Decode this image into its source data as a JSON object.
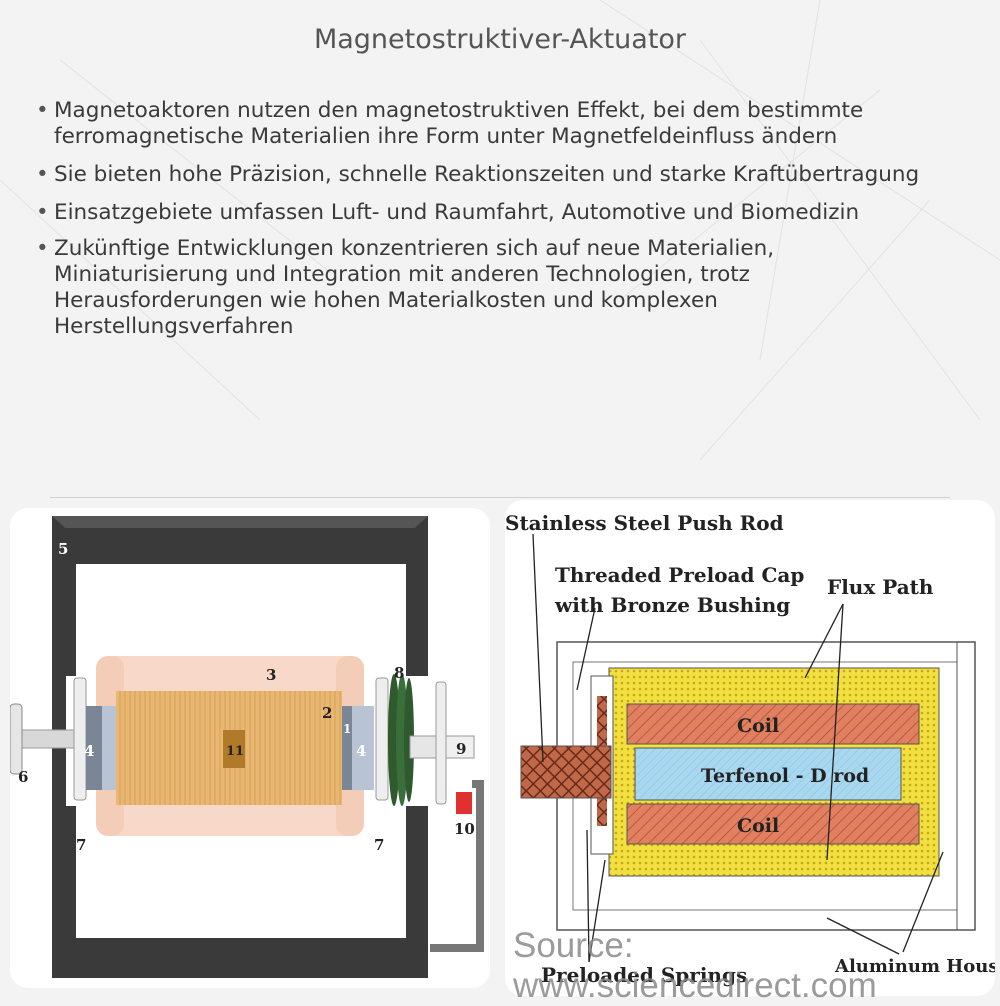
{
  "title": "Magnetostruktiver-Aktuator",
  "bullets": [
    "Magnetoaktoren nutzen den magnetostruktiven Effekt, bei dem bestimmte ferromagnetische Materialien ihre Form unter Magnetfeldeinfluss ändern",
    "Sie bieten hohe Präzision, schnelle Reaktionszeiten und starke Kraftübertragung",
    "Einsatzgebiete umfassen Luft- und Raumfahrt, Automotive und Biomedizin",
    "Zukünftige Entwicklungen konzentrieren sich auf neue Materialien, Miniaturisierung und Integration mit anderen Technologien, trotz Herausforderungen wie hohen Materialkosten und komplexen Herstellungsverfahren"
  ],
  "left_diagram": {
    "labels": {
      "n5": "5",
      "n3": "3",
      "n2": "2",
      "n11": "11",
      "n4a": "4",
      "n4b": "4",
      "n1": "1",
      "n8": "8",
      "n9": "9",
      "n6": "6",
      "n7a": "7",
      "n7b": "7",
      "n10": "10"
    },
    "colors": {
      "frame": "#3a3a3a",
      "rod": "#e8b872",
      "sleeve": "#f8d8c8",
      "disk": "#7a8595",
      "coil_mark": "#b07a2a",
      "button": "#e03030"
    }
  },
  "right_diagram": {
    "labels": {
      "push_rod": "Stainless Steel Push Rod",
      "preload_cap_1": "Threaded Preload Cap",
      "preload_cap_2": "with Bronze Bushing",
      "flux_path": "Flux Path",
      "coil_top": "Coil",
      "rod": "Terfenol - D rod",
      "coil_bottom": "Coil",
      "springs": "Preloaded Springs",
      "housing": "Aluminum Housing"
    },
    "source": "Source: www.sciencedirect.com",
    "colors": {
      "coil": "#e08060",
      "rod": "#a8d8f0",
      "flux": "#f2e040",
      "push_rod": "#c06848"
    }
  }
}
